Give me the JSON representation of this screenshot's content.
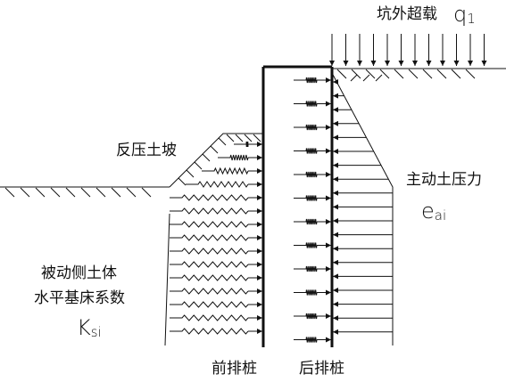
{
  "labels": {
    "surcharge": "坑外超载",
    "surcharge_symbol": "q",
    "surcharge_subscript": "1",
    "berm": "反压土坡",
    "active_pressure": "主动土压力",
    "active_symbol": "e",
    "active_subscript": "ai",
    "passive_line1": "被动侧土体",
    "passive_line2": "水平基床系数",
    "passive_symbol": "K",
    "passive_subscript": "si",
    "front_pile": "前排桩",
    "rear_pile": "后排桩"
  },
  "colors": {
    "line": "#111111",
    "background": "#ffffff"
  }
}
